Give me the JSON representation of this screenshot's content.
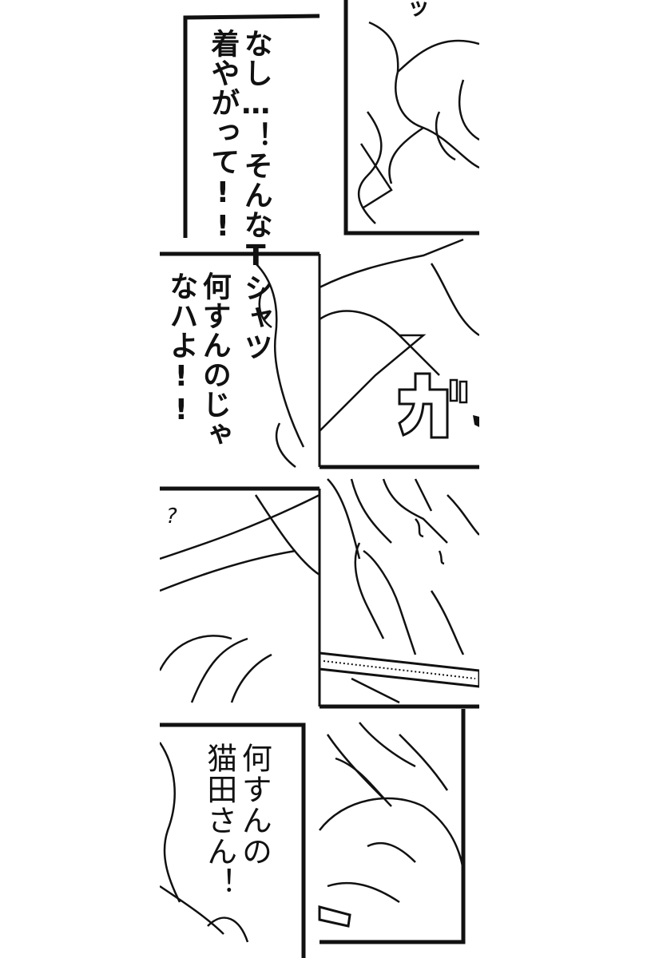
{
  "panels": [
    {
      "id": "panel-1",
      "dialogue": [
        "なし…！そんなTシャツ",
        "着やがって!!"
      ],
      "sfx": "ッ"
    },
    {
      "id": "panel-2",
      "dialogue": [
        "何すんのじゃ",
        "なハよ!!"
      ],
      "sfx": "ガッ"
    },
    {
      "id": "panel-3",
      "dialogue": [
        "?"
      ]
    },
    {
      "id": "panel-4",
      "dialogue": [
        "何すんの",
        "猫田さん！"
      ]
    }
  ]
}
